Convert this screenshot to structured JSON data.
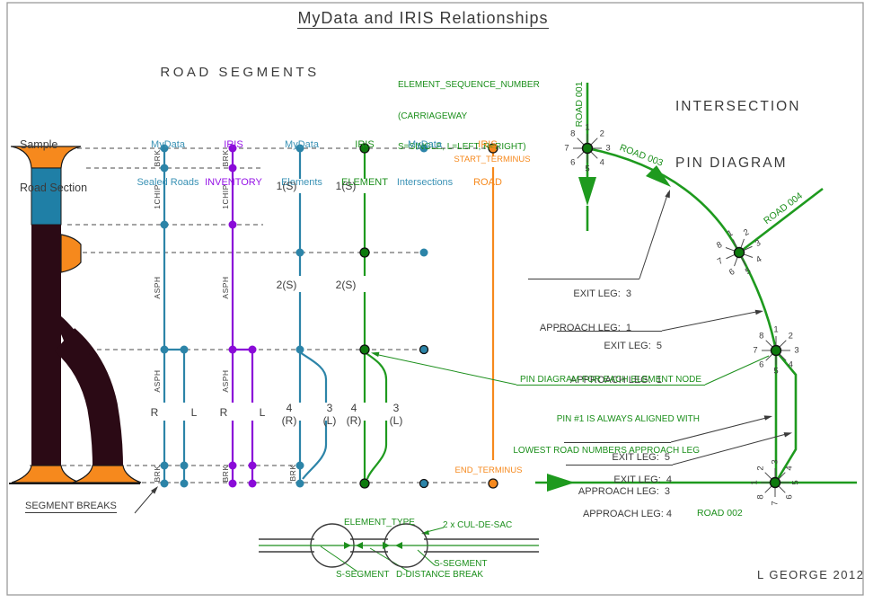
{
  "title": "MyData and IRIS Relationships",
  "credit": "L GEORGE 2012",
  "colors": {
    "mydata_teal": "#2C84A8",
    "iris_purple": "#8A0BD8",
    "iris_green": "#1E9A1E",
    "iris_orange": "#F6891D",
    "ink": "#3B3B3B",
    "road_dark": "#2B0A15",
    "road_blue": "#1F7FA6"
  },
  "road_segments": {
    "heading": "ROAD SEGMENTS",
    "sequence_note": [
      "ELEMENT_SEQUENCE_NUMBER",
      "(CARRIAGEWAY",
      "S=SINGLE, L=LEFT, R=RIGHT)"
    ],
    "sample_label": [
      "Sample",
      "Road Section"
    ],
    "segment_breaks_label": "SEGMENT BREAKS",
    "columns": [
      {
        "line1": "MyData",
        "line2": "Sealed Roads"
      },
      {
        "line1": "IRIS",
        "line2": "INVENTORY"
      },
      {
        "line1": "MyData",
        "line2": "Elements"
      },
      {
        "line1": "IRIS",
        "line2": "ELEMENT"
      },
      {
        "line1": "MyData",
        "line2": "Intersections"
      },
      {
        "line1": "IRIS",
        "line2": "ROAD"
      }
    ],
    "sealed_surfaces": [
      "BRK",
      "1CHIP",
      "ASPH",
      "ASPH",
      "BRK"
    ],
    "inventory_surfaces": [
      "BRK",
      "1CHIP",
      "ASPH",
      "ASPH",
      "BRK"
    ],
    "elements_surface": "BRK",
    "sides": [
      "R",
      "L",
      "R",
      "L"
    ],
    "carriageway": [
      "1(S)",
      "1(S)",
      "2(S)",
      "2(S)"
    ],
    "split_labels": [
      {
        "num": "4",
        "cw": "(R)"
      },
      {
        "num": "3",
        "cw": "(L)"
      },
      {
        "num": "4",
        "cw": "(R)"
      },
      {
        "num": "3",
        "cw": "(L)"
      }
    ],
    "termini": {
      "start": "START_TERMINUS",
      "end": "END_TERMINUS"
    }
  },
  "pin_diagram": {
    "heading": [
      "INTERSECTION",
      "PIN DIAGRAM"
    ],
    "numbers": [
      "1",
      "2",
      "3",
      "4",
      "5",
      "6",
      "7",
      "8"
    ],
    "roads": {
      "r1": "ROAD 001",
      "r2": "ROAD 002",
      "r3": "ROAD 003",
      "r4": "ROAD 004"
    },
    "legs": [
      {
        "exit": "EXIT LEG:  3",
        "approach": "APPROACH LEG:  1"
      },
      {
        "exit": "EXIT LEG:  5",
        "approach": "APPROACH LEG:  1"
      },
      {
        "exit": "EXIT LEG:  5",
        "approach": "APPROACH LEG:  3"
      },
      {
        "exit": "EXIT LEG:  4",
        "approach": "APPROACH LEG: 4"
      }
    ],
    "notes": {
      "each_node": "PIN DIAGRAM FOR EACH ELEMENT NODE",
      "pin1_line1": "PIN #1 IS ALWAYS ALIGNED WITH",
      "pin1_line2": "LOWEST ROAD NUMBERS APPROACH LEG"
    }
  },
  "element_type": {
    "title": "ELEMENT_TYPE",
    "culdesac": "2 x CUL-DE-SAC",
    "s_segment_left": "S-SEGMENT",
    "s_segment_right": "S-SEGMENT",
    "d_break": "D-DISTANCE BREAK"
  }
}
